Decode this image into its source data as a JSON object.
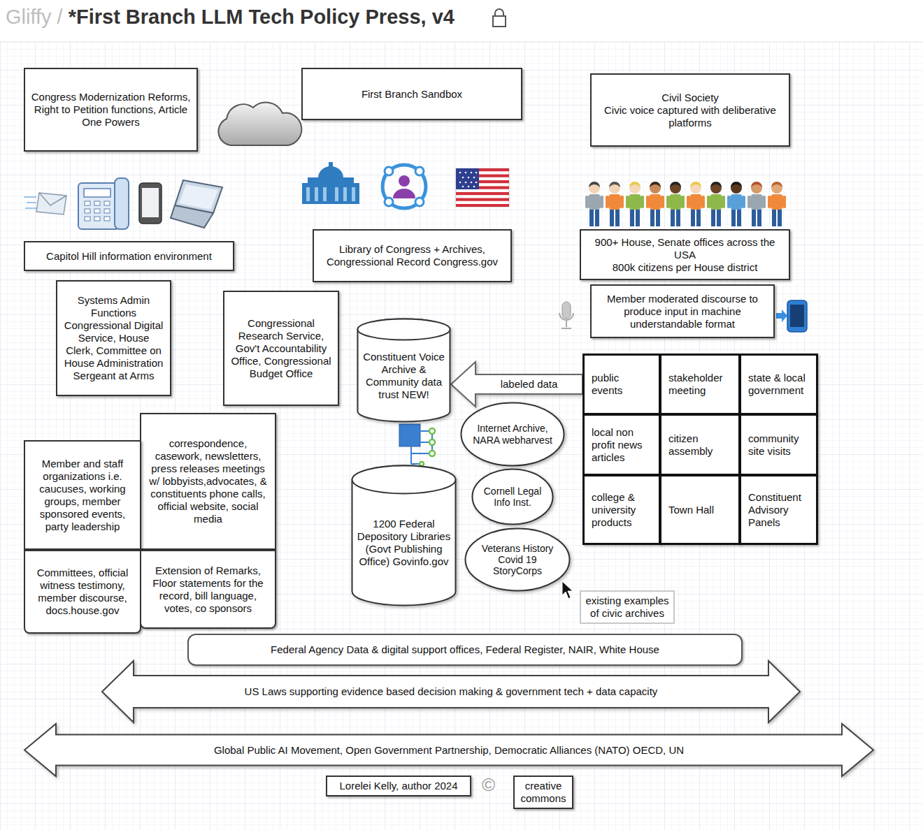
{
  "diagram": {
    "title": "*First Branch LLM Tech Policy Press, v4",
    "nodes": [
      {
        "text": [
          "Congress Modernization Reforms, Right to Petition functions, Article One Powers"
        ]
      },
      {
        "text": [
          "First Branch Sandbox"
        ]
      },
      {
        "text": [
          "Civil Society",
          "Civic voice captured with deliberative platforms"
        ]
      },
      {
        "text": [
          "Capitol Hill information environment"
        ]
      },
      {
        "text": [
          "Library of Congress + Archives, Congressional Record Congress.gov"
        ]
      },
      {
        "text": [
          "900+ House, Senate offices across the USA",
          "800k citizens per House district"
        ]
      },
      {
        "text": [
          "Member moderated discourse to produce input in machine understandable format"
        ]
      },
      {
        "text": [
          "Systems Admin Functions Congressional Digital Service, House Clerk, Committee on House Administration Sergeant at Arms"
        ]
      },
      {
        "text": [
          "Congressional Research Service, Gov't Accountability Office, Congressional Budget Office"
        ]
      },
      {
        "text": [
          "Constituent Voice Archive & Community data trust NEW!"
        ]
      },
      {
        "text": [
          "public events"
        ]
      },
      {
        "text": [
          "stakeholder meeting"
        ]
      },
      {
        "text": [
          "state & local government"
        ]
      },
      {
        "text": [
          "local non profit news articles"
        ]
      },
      {
        "text": [
          "citizen assembly"
        ]
      },
      {
        "text": [
          "community site visits"
        ]
      },
      {
        "text": [
          "college & university products"
        ]
      },
      {
        "text": [
          "Town Hall"
        ]
      },
      {
        "text": [
          "Constituent Advisory Panels"
        ]
      },
      {
        "text": [
          "correspondence, casework, newsletters, press releases meetings w/ lobbyists,advocates, & constituents phone calls, official website, social media"
        ]
      },
      {
        "text": [
          "Member and staff organizations i.e. caucuses, working groups, member sponsored events, party leadership"
        ]
      },
      {
        "text": [
          "Internet Archive, NARA webharvest"
        ]
      },
      {
        "text": [
          "1200 Federal Depository Libraries (Govt Publishing Office) Govinfo.gov"
        ]
      },
      {
        "text": [
          "Cornell Legal Info Inst."
        ]
      },
      {
        "text": [
          "Committees, official witness testimony, member discourse, docs.house.gov"
        ]
      },
      {
        "text": [
          "Extension of Remarks, Floor statements for the record, bill language, votes, co sponsors"
        ]
      },
      {
        "text": [
          "Veterans History Covid 19 StoryCorps"
        ]
      },
      {
        "text": [
          "existing examples of civic archives"
        ]
      },
      {
        "text": [
          "Federal Agency Data & digital support offices, Federal Register, NAIR, White House"
        ]
      },
      {
        "text": [
          "US Laws supporting evidence based decision making & government tech + data capacity"
        ]
      },
      {
        "text": [
          "Global Public AI Movement, Open Government Partnership, Democratic Alliances (NATO) OECD, UN"
        ]
      },
      {
        "text": [
          "Lorelei Kelly, author 2024"
        ]
      },
      {
        "text": [
          "creative commons"
        ]
      }
    ],
    "edges": [
      {
        "from": 10,
        "to": 9,
        "label": "labeled data",
        "arrow": "to"
      }
    ],
    "labels": [
      "Gliffy /",
      "©"
    ]
  }
}
